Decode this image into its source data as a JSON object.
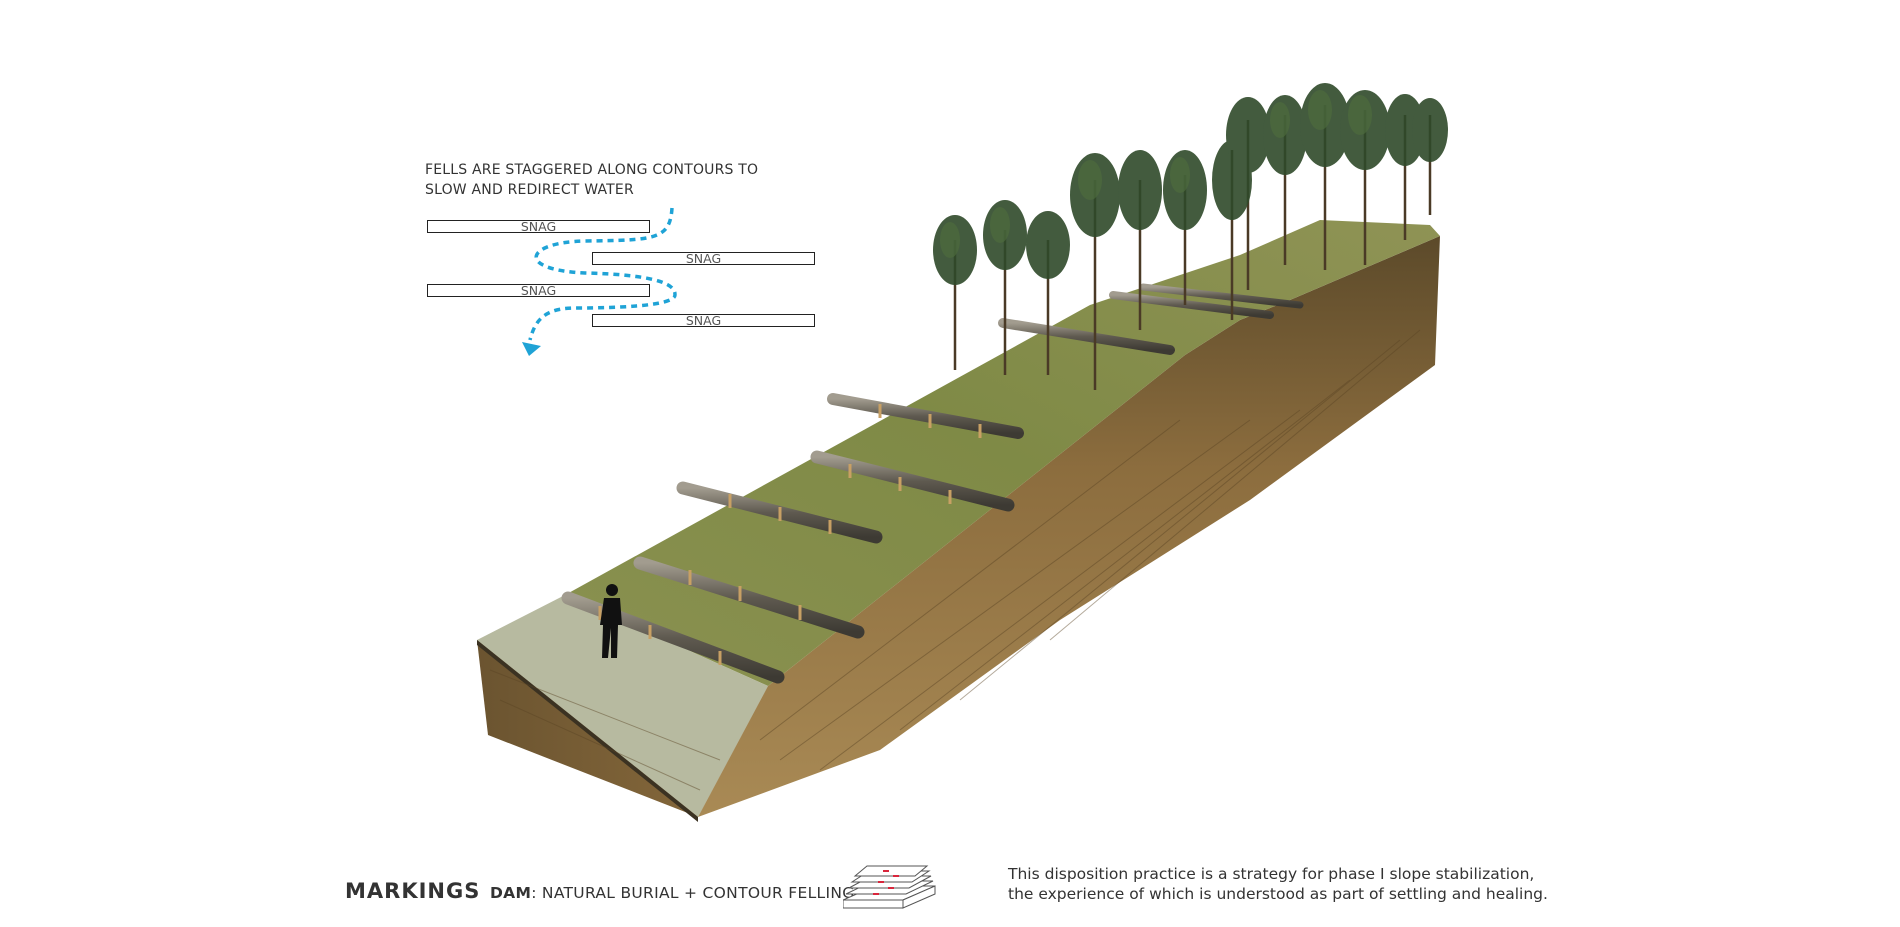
{
  "inset": {
    "caption_line1": "FELLS ARE STAGGERED ALONG CONTOURS TO",
    "caption_line2": "SLOW AND REDIRECT WATER",
    "snags": [
      "SNAG",
      "SNAG",
      "SNAG",
      "SNAG"
    ],
    "flow_color": "#1fa3d6"
  },
  "footer": {
    "title": "MARKINGS",
    "type_bold": "DAM",
    "type_rest": ": NATURAL BURIAL + CONTOUR FELLING",
    "description_line1": "This disposition practice is a strategy for phase I slope stabilization,",
    "description_line2": "the experience of which is understood as part of settling and healing."
  },
  "colors": {
    "grass": "#7d8a45",
    "soil": "#8a6a3a",
    "path": "#b5b89a",
    "log": "#6f6a60",
    "tree": "#2f4a2a"
  }
}
